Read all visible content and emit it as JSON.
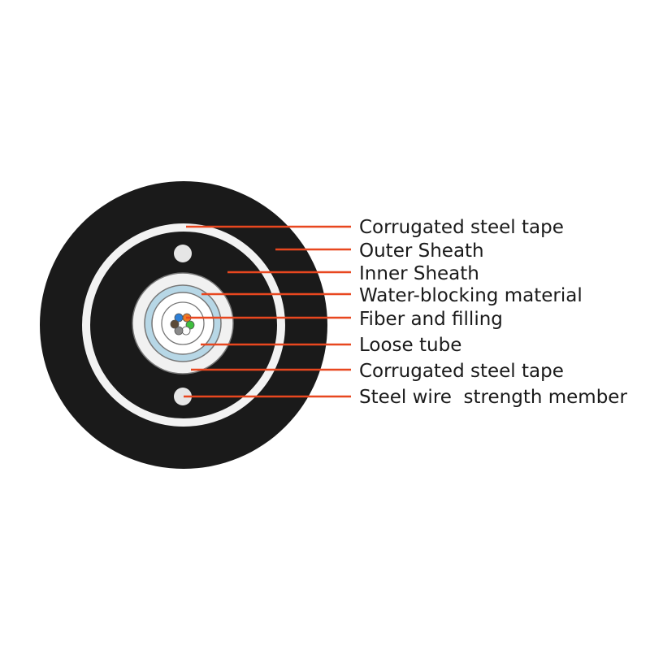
{
  "colors": {
    "outer_sheath": "#1a1a1a",
    "corrugated_tape_ring": "#f2f2f2",
    "strength_member": "#e6e6e6",
    "water_blocking": "#b7d7e6",
    "loose_tube_core": "#ffffff",
    "ring_outline": "#6f6f6f",
    "leader_line": "#e8471f",
    "label_text": "#1a1a1a"
  },
  "fibers": [
    {
      "color": "#2e7fd6"
    },
    {
      "color": "#f07a24"
    },
    {
      "color": "#3fbf3f"
    },
    {
      "color": "#ffffff"
    },
    {
      "color": "#8a8a8a"
    },
    {
      "color": "#5c4a36"
    }
  ],
  "callouts": [
    {
      "id": "corrugated-steel-tape-outer",
      "label": "Corrugated steel tape"
    },
    {
      "id": "outer-sheath",
      "label": "Outer Sheath"
    },
    {
      "id": "inner-sheath",
      "label": "Inner Sheath"
    },
    {
      "id": "water-blocking-material",
      "label": "Water-blocking material"
    },
    {
      "id": "fiber-and-filling",
      "label": "Fiber and filling"
    },
    {
      "id": "loose-tube",
      "label": "Loose tube"
    },
    {
      "id": "corrugated-steel-tape-inner",
      "label": "Corrugated steel tape"
    },
    {
      "id": "steel-wire-strength-member",
      "label": "Steel wire  strength member"
    }
  ]
}
